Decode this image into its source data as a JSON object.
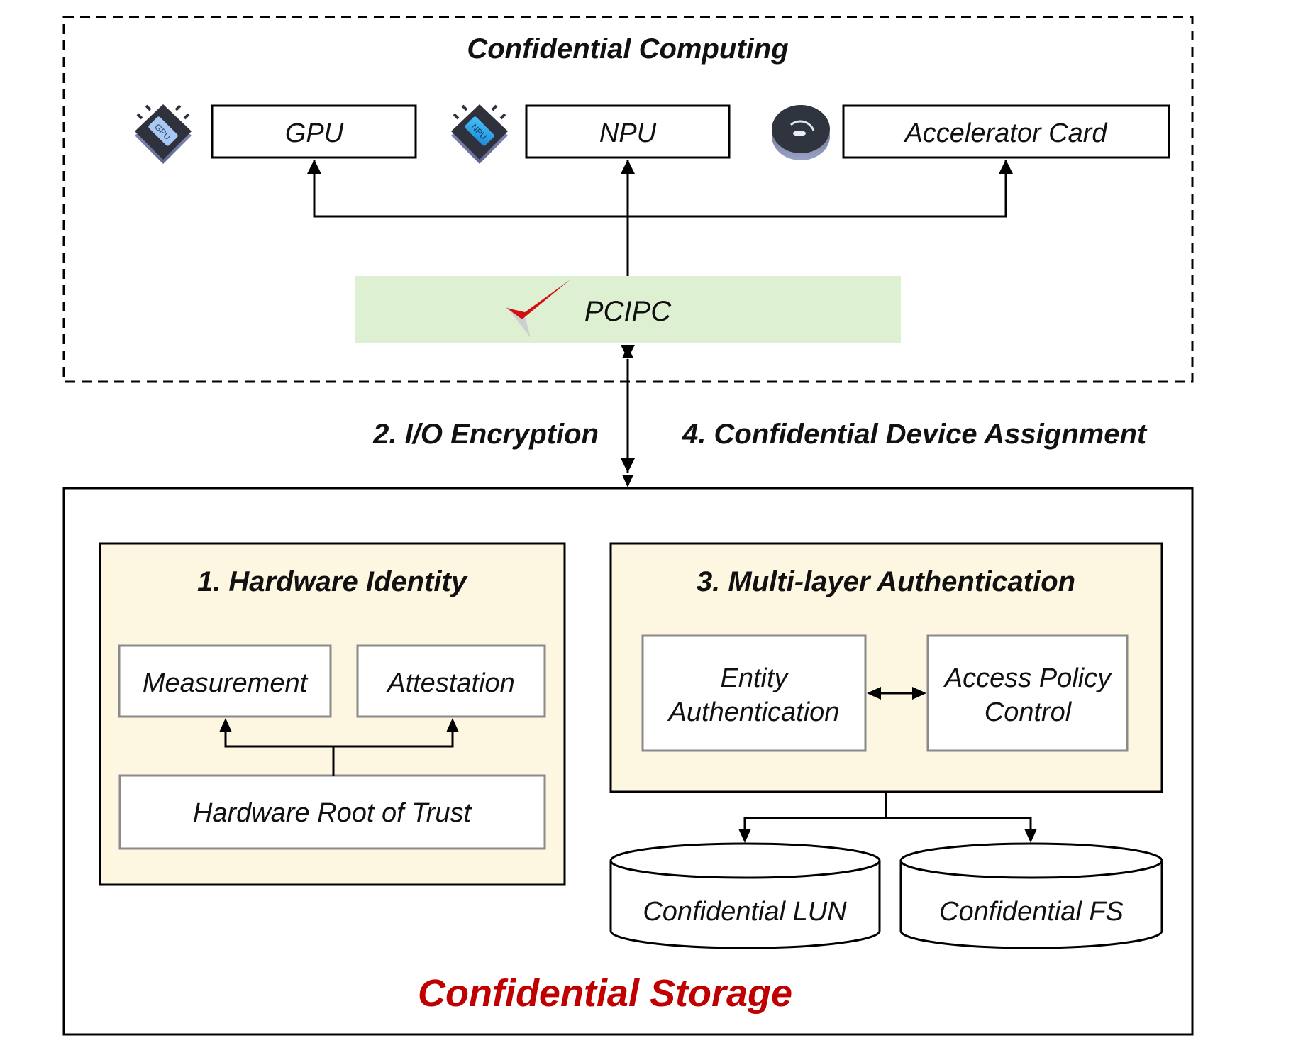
{
  "computing": {
    "title": "Confidential Computing",
    "devices": [
      {
        "label": "GPU",
        "icon": "gpu-chip-icon"
      },
      {
        "label": "NPU",
        "icon": "npu-chip-icon"
      },
      {
        "label": "Accelerator Card",
        "icon": "accelerator-card-icon"
      }
    ],
    "controller": {
      "label": "PCIPC",
      "icon": "checkmark-logo-icon"
    }
  },
  "link": {
    "left_label": "2. I/O Encryption",
    "right_label": "4. Confidential Device Assignment"
  },
  "storage": {
    "title": "Confidential Storage",
    "hardware_identity": {
      "title": "1. Hardware Identity",
      "measurement": "Measurement",
      "attestation": "Attestation",
      "root": "Hardware Root of Trust"
    },
    "authentication": {
      "title": "3. Multi-layer Authentication",
      "entity_line1": "Entity",
      "entity_line2": "Authentication",
      "policy_line1": "Access Policy",
      "policy_line2": "Control"
    },
    "volumes": [
      "Confidential LUN",
      "Confidential FS"
    ]
  },
  "colors": {
    "controller_fill": "#ddf0d2",
    "panel_fill": "#fdf6e0",
    "storage_title": "#c00000",
    "inner_box_border": "#8a8a8a"
  }
}
